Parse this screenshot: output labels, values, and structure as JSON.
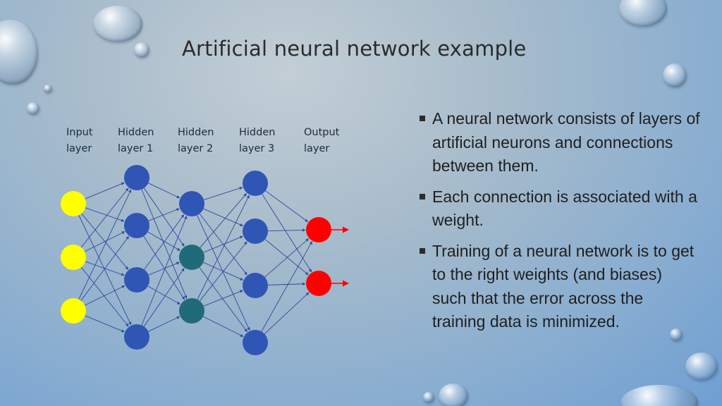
{
  "slide": {
    "title": "Artificial neural network example",
    "layer_labels": [
      {
        "line1": "Input",
        "line2": "layer"
      },
      {
        "line1": "Hidden",
        "line2": "layer 1"
      },
      {
        "line1": "Hidden",
        "line2": "layer 2"
      },
      {
        "line1": "Hidden",
        "line2": "layer 3"
      },
      {
        "line1": "Output",
        "line2": "layer"
      }
    ],
    "bullets": [
      " A neural network consists of layers of artificial neurons and connections between them.",
      "Each connection is associated with a weight.",
      "Training of a neural network is to get to the right weights (and biases) such that the error across the training data is minimized."
    ]
  },
  "network": {
    "layer_sizes": [
      3,
      4,
      3,
      4,
      2
    ],
    "colors": {
      "input": "#ffff00",
      "hidden": "#2f55b5",
      "hidden2_highlight": "#1f6b7a",
      "output": "#ff0000",
      "edge": "#2e4a9e",
      "output_arrow": "#ff0000"
    }
  }
}
